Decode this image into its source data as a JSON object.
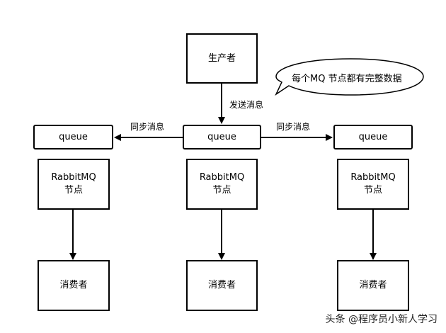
{
  "producer": {
    "label": "生产者"
  },
  "bubble": {
    "text": "每个MQ 节点都有完整数据"
  },
  "send_label": "发送消息",
  "sync_label_left": "同步消息",
  "sync_label_right": "同步消息",
  "nodes": [
    {
      "queue": "queue",
      "node_line1": "RabbitMQ",
      "node_line2": "节点",
      "consumer": "消费者"
    },
    {
      "queue": "queue",
      "node_line1": "RabbitMQ",
      "node_line2": "节点",
      "consumer": "消费者"
    },
    {
      "queue": "queue",
      "node_line1": "RabbitMQ",
      "node_line2": "节点",
      "consumer": "消费者"
    }
  ],
  "watermark": "头条 @程序员小新人学习"
}
